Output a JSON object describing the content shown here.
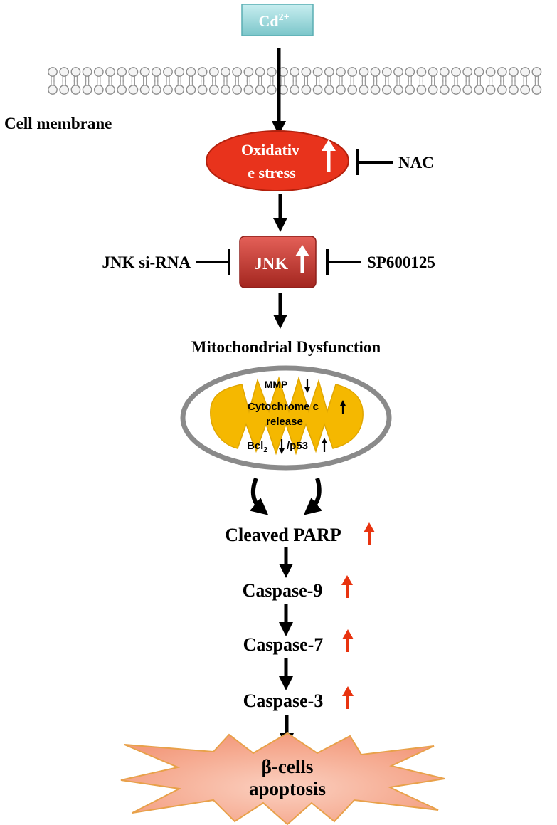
{
  "ion": {
    "base": "Cd",
    "charge": "2+"
  },
  "membrane_label": "Cell membrane",
  "oxidative": {
    "line1": "Oxidativ",
    "line2": "e stress"
  },
  "nac_label": "NAC",
  "jnk_label": "JNK",
  "jnk_sirna_label": "JNK si-RNA",
  "sp_label": "SP600125",
  "mito_title": "Mitochondrial Dysfunction",
  "mito": {
    "mmp": "MMP",
    "cyto_line1": "Cytochrome c",
    "cyto_line2": "release",
    "bcl_base": "Bcl",
    "bcl_sub": "2",
    "p53": "/p53"
  },
  "cascade": {
    "parp": "Cleaved PARP",
    "casp9": "Caspase-9",
    "casp7": "Caspase-7",
    "casp3": "Caspase-3"
  },
  "apoptosis": {
    "line1": "β-cells",
    "line2": "apoptosis"
  },
  "colors": {
    "ion_box": "#8fd3d6",
    "oxidative_fill": "#e8331c",
    "jnk_fill": "#c23b34",
    "mito_fill": "#f5b800",
    "mito_ring": "#8a8a8a",
    "up_arrow_red": "#e8330f",
    "burst_fill": "#f7a58a"
  }
}
